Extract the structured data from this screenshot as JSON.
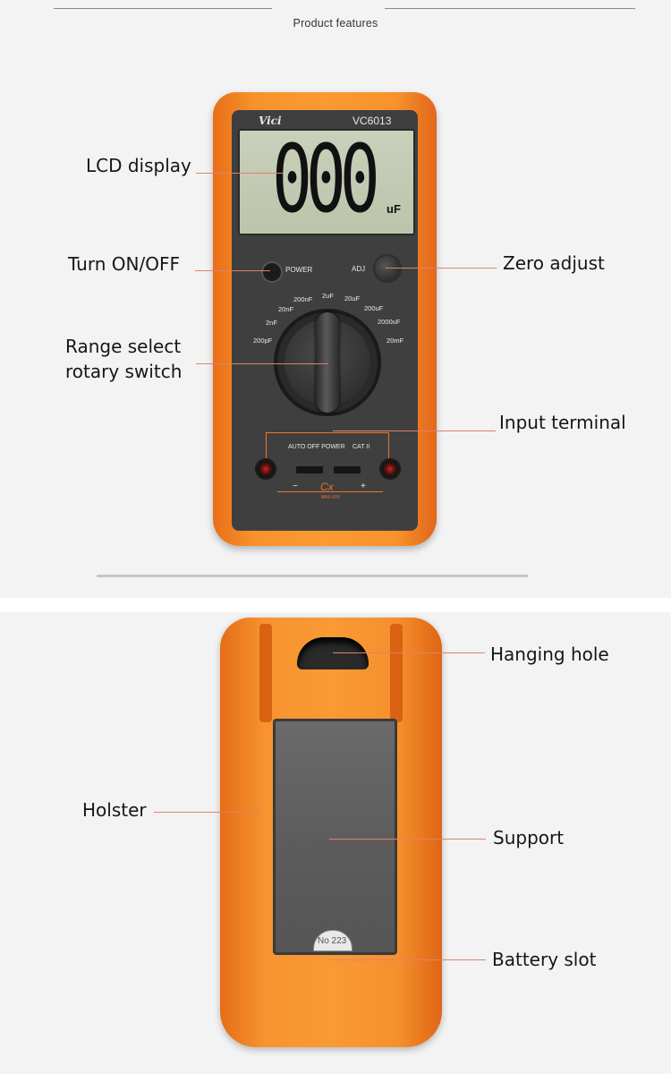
{
  "header": {
    "title": "Product features"
  },
  "meter": {
    "brand": "Vici",
    "model": "VC6013",
    "reading": "000",
    "unit": "uF",
    "power_label": "POWER",
    "adj_label": "ADJ",
    "ranges": [
      "200pF",
      "2nF",
      "20nF",
      "200nF",
      "2uF",
      "20uF",
      "200uF",
      "2000uF",
      "20mF"
    ],
    "auto_off_label": "AUTO OFF POWER",
    "cat_label": "CAT II",
    "minus_label": "−",
    "plus_label": "+",
    "cx_label": "Cx",
    "max_label": "MAX 60V"
  },
  "callouts_top": {
    "lcd": "LCD display",
    "power": "Turn ON/OFF",
    "zero": "Zero adjust",
    "range1": "Range select",
    "range2": "rotary switch",
    "input": "Input terminal"
  },
  "callouts_bottom": {
    "hanging": "Hanging hole",
    "holster": "Holster",
    "support": "Support",
    "battery": "Battery slot"
  },
  "holster": {
    "battery_code": "No 223"
  },
  "colors": {
    "orange": "#f79330",
    "dark_face": "#3f3f40",
    "lcd_green": "#c3caaf",
    "leader": "#e08070"
  }
}
